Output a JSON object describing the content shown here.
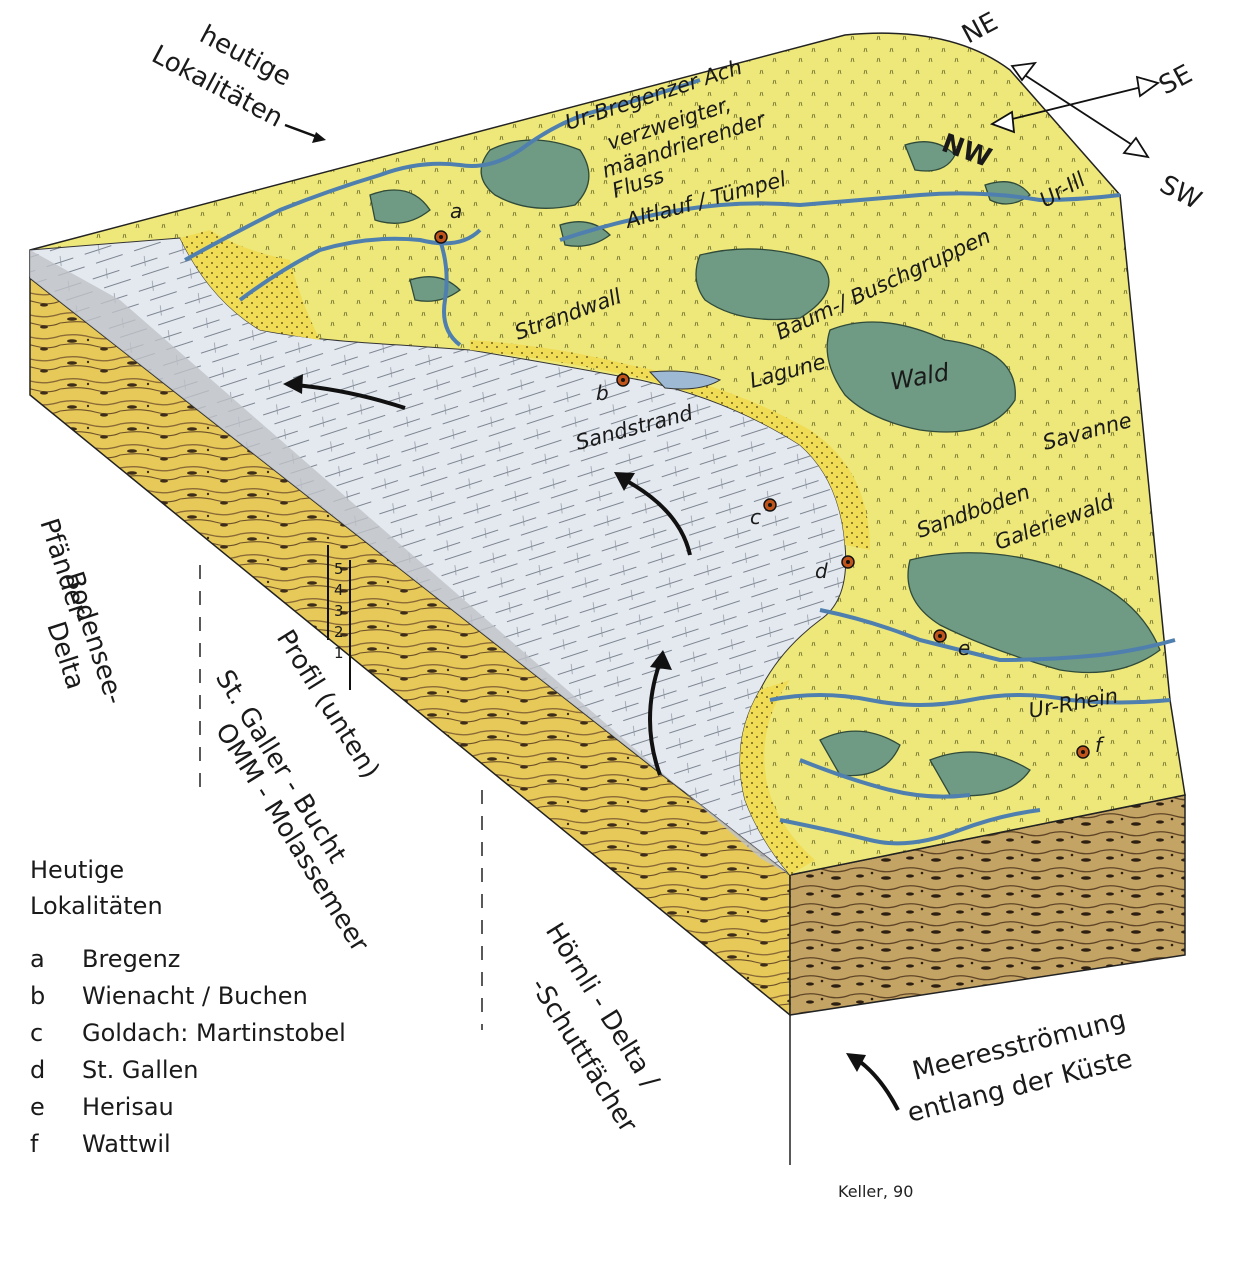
{
  "labels": {
    "top_left": [
      "heutige",
      "Lokalitäten"
    ],
    "compass": {
      "ne": "NE",
      "se": "SE",
      "nw": "NW",
      "sw": "SW"
    },
    "ur_bregenzer_ach": "Ur-Bregenzer Ach",
    "river_desc": [
      "verzweigter,",
      "mäandrierender",
      "Fluss"
    ],
    "altlauf": "Altlauf / Tümpel",
    "ur_ill": "Ur-Ill",
    "strandwall": "Strandwall",
    "baum": "Baum-/ Buschgruppen",
    "lagune": "Lagune",
    "wald": "Wald",
    "savanne": "Savanne",
    "sandstrand": "Sandstrand",
    "sandboden": "Sandboden",
    "galeriewald": "Galeriewald",
    "ur_rhein": "Ur-Rhein",
    "delta_left": [
      "Pfänder-",
      "Bodensee-",
      "Delta"
    ],
    "profil": "Profil (unten)",
    "bucht": [
      "St. Galler - Bucht",
      "OMM - Molassemeer"
    ],
    "hoernli": [
      "Hörnli - Delta /",
      "-Schuttfächer"
    ],
    "current": [
      "Meeresströmung",
      "entlang der Küste"
    ],
    "profile_numbers": [
      "5",
      "4",
      "3",
      "2",
      "1"
    ]
  },
  "points": [
    "a",
    "b",
    "c",
    "d",
    "e",
    "f"
  ],
  "legend": {
    "title": [
      "Heutige",
      "Lokalitäten"
    ],
    "items": [
      {
        "key": "a",
        "name": "Bregenz"
      },
      {
        "key": "b",
        "name": "Wienacht / Buchen"
      },
      {
        "key": "c",
        "name": "Goldach: Martinstobel"
      },
      {
        "key": "d",
        "name": "St. Gallen"
      },
      {
        "key": "e",
        "name": "Herisau"
      },
      {
        "key": "f",
        "name": "Wattwil"
      }
    ]
  },
  "credit": "Keller, 90",
  "colors": {
    "land": "#eee87a",
    "land_dark": "#e3da55",
    "sea": "#dfe6ee",
    "water": "#6b9ec4",
    "forest": "#6f9a83",
    "block_yellow": "#e9cc5a",
    "block_brown": "#b7975a",
    "marker": "#c0541a"
  }
}
